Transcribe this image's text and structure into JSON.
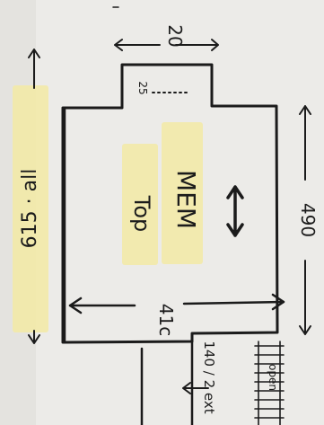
{
  "sketch": {
    "overall_length": "615 · all",
    "top_width": "20",
    "small_step_label": "25",
    "right_height": "490",
    "inner_width": "41c",
    "bottom_depth": "140 / 2 ext",
    "center_label_1": "Top",
    "center_label_2": "MEM",
    "bottom_right_label": "open"
  }
}
